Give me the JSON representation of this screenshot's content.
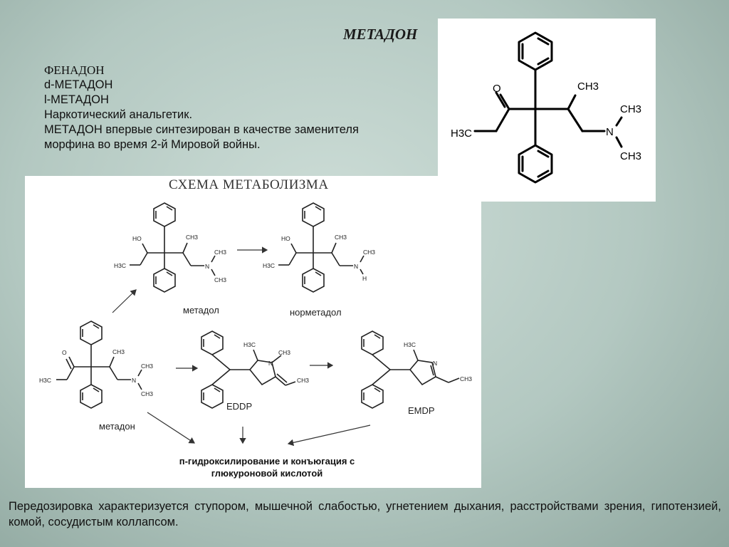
{
  "title": "МЕТАДОН",
  "info": {
    "line1": "ФЕНАДОН",
    "line2": "d-МЕТАДОН",
    "line3": "l-МЕТАДОН",
    "line4": "Наркотический анальгетик.",
    "line5": "МЕТАДОН впервые синтезирован в качестве заменителя",
    "line6": "морфина во время 2-й Мировой войны."
  },
  "structure_labels": {
    "o": "O",
    "h3c": "H3C",
    "ch3": "CH3",
    "n": "N",
    "ho": "HO",
    "h": "H"
  },
  "scheme": {
    "title": "СХЕМА МЕТАБОЛИЗМА",
    "methadol": "метадол",
    "normethadol": "норметадол",
    "methadone": "метадон",
    "eddp": "EDDP",
    "emdp": "EMDP",
    "result_line1": "п-гидроксилирование и конъюгация с",
    "result_line2": "глюкуроновой кислотой"
  },
  "overdose": "Передозировка характеризуется ступором, мышечной слабостью, угнетением дыхания, расстройствами зрения, гипотензией, комой, сосудистым коллапсом."
}
